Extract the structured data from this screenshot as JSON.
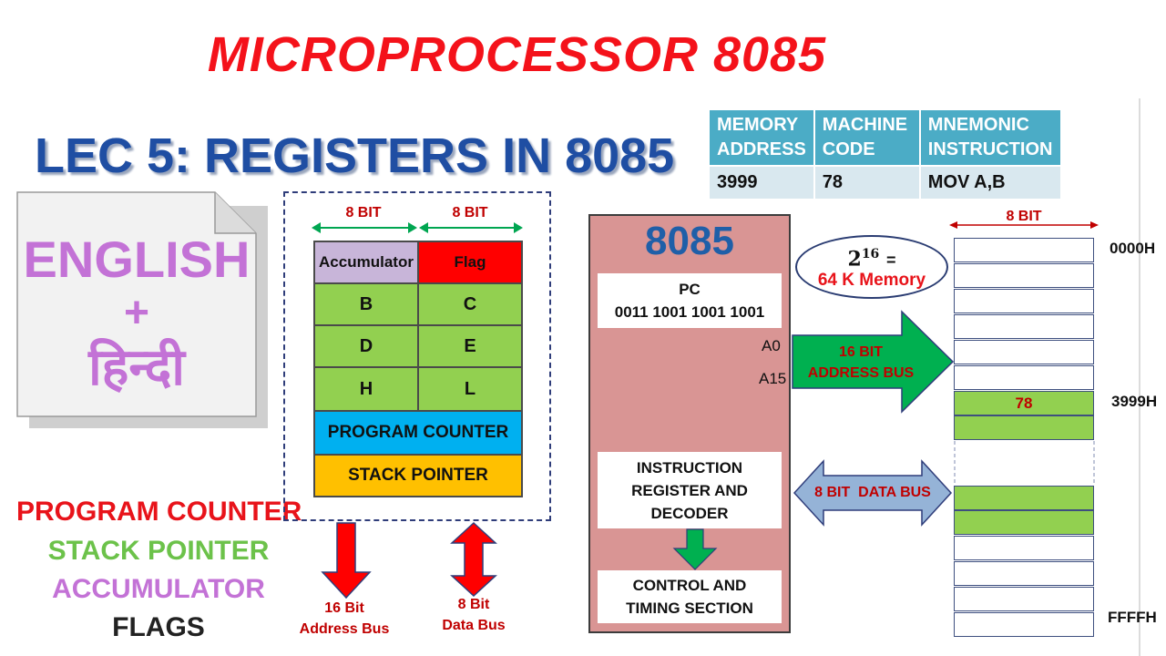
{
  "title": "MICROPROCESSOR 8085",
  "lecture": "LEC 5: REGISTERS IN 8085",
  "language_card": {
    "english": "ENGLISH",
    "plus": "+",
    "hindi": "हिन्दी"
  },
  "topics": [
    {
      "label": "PROGRAM COUNTER",
      "color": "#e8131a"
    },
    {
      "label": "STACK POINTER",
      "color": "#6cc24a"
    },
    {
      "label": "ACCUMULATOR",
      "color": "#c372d6"
    },
    {
      "label": "FLAGS",
      "color": "#222222"
    }
  ],
  "register_block": {
    "width_left": "8 BIT",
    "width_right": "8 BIT",
    "pairs": [
      {
        "left": "Accumulator",
        "right": "Flag"
      },
      {
        "left": "B",
        "right": "C"
      },
      {
        "left": "D",
        "right": "E"
      },
      {
        "left": "H",
        "right": "L"
      }
    ],
    "program_counter": "PROGRAM COUNTER",
    "stack_pointer": "STACK POINTER",
    "address_bus_label": [
      "16 Bit",
      "Address Bus"
    ],
    "data_bus_label": [
      "8 Bit",
      "Data Bus"
    ]
  },
  "instruction_table": {
    "headers": [
      [
        "MEMORY",
        "ADDRESS"
      ],
      [
        "MACHINE",
        "CODE"
      ],
      [
        "MNEMONIC",
        "INSTRUCTION"
      ]
    ],
    "row": [
      "3999",
      "78",
      "MOV A,B"
    ]
  },
  "cpu": {
    "name": "8085",
    "pc_label": "PC",
    "pc_value": "0011 1001 1001 1001",
    "pin_a0": "A0",
    "pin_a15": "A15",
    "decoder": [
      "INSTRUCTION",
      "REGISTER AND",
      "DECODER"
    ],
    "control": [
      "CONTROL AND",
      "TIMING SECTION"
    ]
  },
  "memory_formula": {
    "base": "2",
    "exponent": "16",
    "equals": "=",
    "text": "64 K Memory"
  },
  "address_bus": [
    "16 BIT",
    "ADDRESS BUS"
  ],
  "data_bus": "8 BIT  DATA BUS",
  "memory": {
    "width_label": "8 BIT",
    "start_address": "0000H",
    "target_address": "3999H",
    "end_address": "FFFFH",
    "target_value": "78"
  },
  "colors": {
    "title": "#f4121a",
    "lecture": "#1f4ea3",
    "register_green": "#92d050",
    "flag_red": "#ff0000",
    "pc_blue": "#00b0f0",
    "sp_yellow": "#ffc000",
    "cpu_pink": "#d99594",
    "table_header": "#4bacc6",
    "data_bus_arrow": "#95b3d7",
    "address_bus_arrow": "#00b050"
  }
}
